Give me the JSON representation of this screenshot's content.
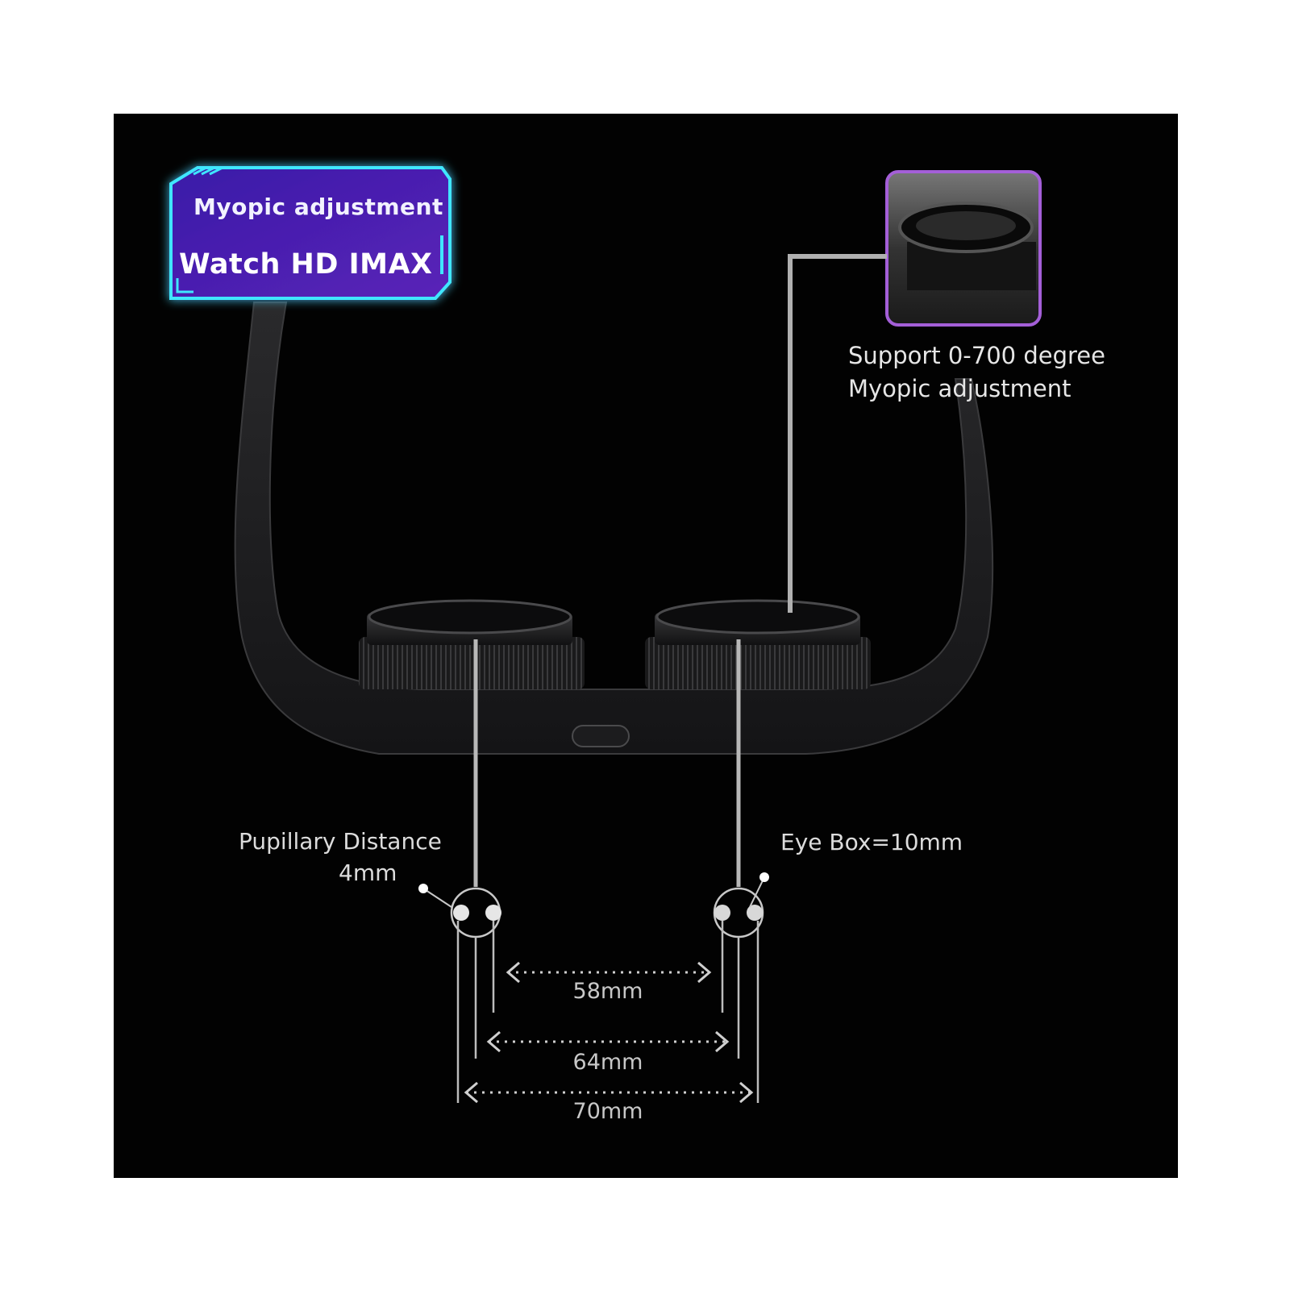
{
  "badge": {
    "line1": "Myopic adjustment",
    "line2": "Watch HD IMAX"
  },
  "callout": {
    "line1": "Support 0-700 degree",
    "line2": "Myopic adjustment"
  },
  "pupillary": {
    "line1": "Pupillary Distance",
    "line2": "4mm"
  },
  "eyebox": "Eye Box=10mm",
  "measurements": {
    "inner": "58mm",
    "middle": "64mm",
    "outer": "70mm"
  },
  "colors": {
    "background": "#020202",
    "badge_fill": "#4a20b0",
    "badge_glow": "#3fe6ff",
    "inset_border": "#a45fd8"
  }
}
